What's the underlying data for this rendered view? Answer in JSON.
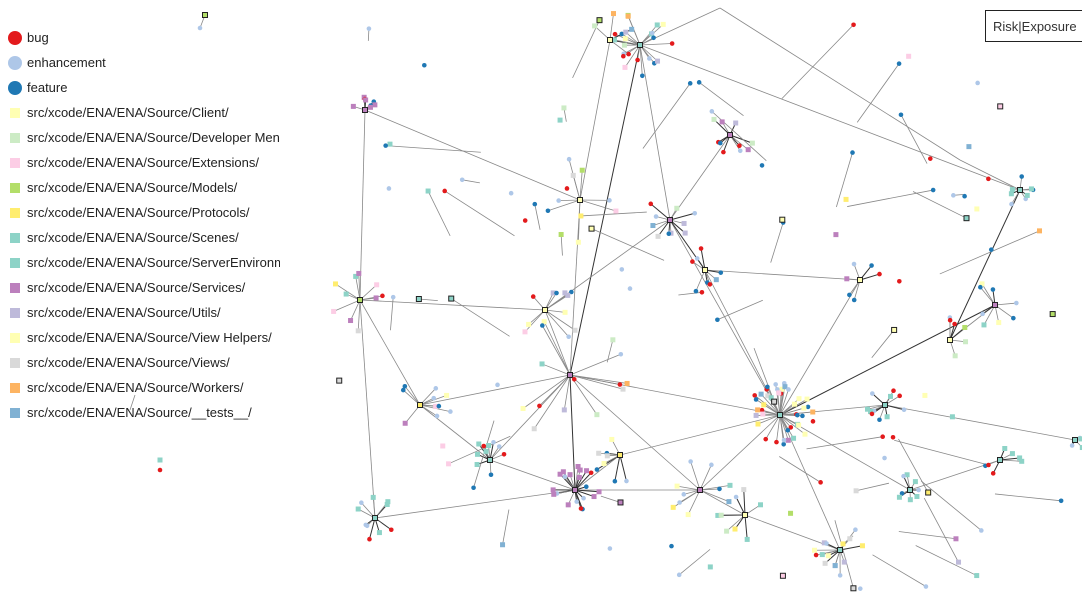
{
  "legend": {
    "issue_types": [
      {
        "label": "bug",
        "color": "#e31a1c"
      },
      {
        "label": "enhancement",
        "color": "#aec7e8"
      },
      {
        "label": "feature",
        "color": "#1f78b4"
      }
    ],
    "directories": [
      {
        "label": "src/xcode/ENA/ENA/Source/Client/",
        "color": "#ffffb3"
      },
      {
        "label": "src/xcode/ENA/ENA/Source/Developer Menu/",
        "color": "#ccebc5"
      },
      {
        "label": "src/xcode/ENA/ENA/Source/Extensions/",
        "color": "#fccde5"
      },
      {
        "label": "src/xcode/ENA/ENA/Source/Models/",
        "color": "#b3de69"
      },
      {
        "label": "src/xcode/ENA/ENA/Source/Protocols/",
        "color": "#ffed6f"
      },
      {
        "label": "src/xcode/ENA/ENA/Source/Scenes/",
        "color": "#8dd3c7"
      },
      {
        "label": "src/xcode/ENA/ENA/Source/ServerEnvironment/",
        "color": "#8dd3c7"
      },
      {
        "label": "src/xcode/ENA/ENA/Source/Services/",
        "color": "#bc80bd"
      },
      {
        "label": "src/xcode/ENA/ENA/Source/Utils/",
        "color": "#bebada"
      },
      {
        "label": "src/xcode/ENA/ENA/Source/View Helpers/",
        "color": "#ffffb3"
      },
      {
        "label": "src/xcode/ENA/ENA/Source/Views/",
        "color": "#d9d9d9"
      },
      {
        "label": "src/xcode/ENA/ENA/Source/Workers/",
        "color": "#fdb462"
      },
      {
        "label": "src/xcode/ENA/ENA/Source/__tests__/",
        "color": "#80b1d3"
      }
    ]
  },
  "toolbar": {
    "risk_exposure_label": "Risk|Exposure"
  }
}
